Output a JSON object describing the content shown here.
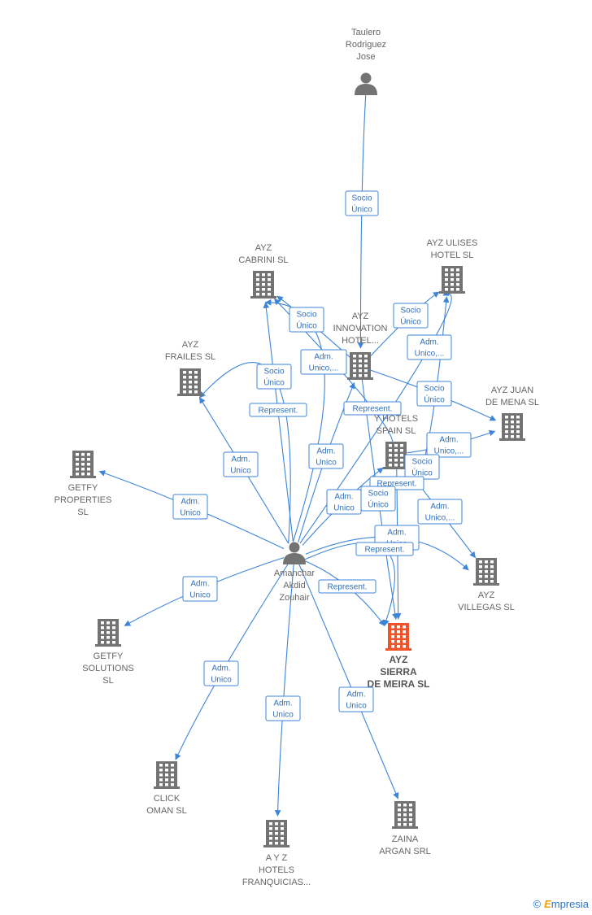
{
  "nodes": [
    {
      "id": "taulero",
      "type": "person",
      "label": [
        "Taulero",
        "Rodriguez",
        "Jose"
      ]
    },
    {
      "id": "amanchar",
      "type": "person",
      "label": [
        "Amanchar",
        "Akdid",
        "Zouhair"
      ]
    },
    {
      "id": "cabrini",
      "type": "company",
      "label": [
        "AYZ",
        "CABRINI  SL"
      ]
    },
    {
      "id": "ulises",
      "type": "company",
      "label": [
        "AYZ ULISES",
        "HOTEL  SL"
      ]
    },
    {
      "id": "innovation",
      "type": "company",
      "label": [
        "AYZ",
        "INNOVATION",
        "HOTEL..."
      ]
    },
    {
      "id": "frailes",
      "type": "company",
      "label": [
        "AYZ",
        "FRAILES  SL"
      ]
    },
    {
      "id": "juan",
      "type": "company",
      "label": [
        "AYZ JUAN",
        "DE MENA  SL"
      ]
    },
    {
      "id": "hotels_spain",
      "type": "company",
      "label": [
        "Y HOTELS",
        "SPAIN  SL"
      ]
    },
    {
      "id": "getfy_prop",
      "type": "company",
      "label": [
        "GETFY",
        "PROPERTIES",
        "SL"
      ]
    },
    {
      "id": "villegas",
      "type": "company",
      "label": [
        "AYZ",
        "VILLEGAS  SL"
      ]
    },
    {
      "id": "sierra",
      "type": "company",
      "focus": true,
      "label": [
        "AYZ",
        "SIERRA",
        "DE MEIRA  SL"
      ]
    },
    {
      "id": "getfy_sol",
      "type": "company",
      "label": [
        "GETFY",
        "SOLUTIONS",
        "SL"
      ]
    },
    {
      "id": "click",
      "type": "company",
      "label": [
        "CLICK",
        "OMAN  SL"
      ]
    },
    {
      "id": "zaina",
      "type": "company",
      "label": [
        "ZAINA",
        "ARGAN SRL"
      ]
    },
    {
      "id": "franquicias",
      "type": "company",
      "label": [
        "A Y Z",
        "HOTELS",
        "FRANQUICIAS..."
      ]
    }
  ],
  "edges": [
    {
      "label": [
        "Socio",
        "Único"
      ]
    },
    {
      "label": [
        "Socio",
        "Único"
      ]
    },
    {
      "label": [
        "Socio",
        "Único"
      ]
    },
    {
      "label": [
        "Socio",
        "Único"
      ]
    },
    {
      "label": [
        "Adm.",
        "Unico,..."
      ]
    },
    {
      "label": [
        "Adm.",
        "Unico,..."
      ]
    },
    {
      "label": [
        "Socio",
        "Único"
      ]
    },
    {
      "label": [
        "Represent."
      ]
    },
    {
      "label": [
        "Represent."
      ]
    },
    {
      "label": [
        "Adm.",
        "Unico"
      ]
    },
    {
      "label": [
        "Adm.",
        "Unico,..."
      ]
    },
    {
      "label": [
        "Socio",
        "Único"
      ]
    },
    {
      "label": [
        "Represent."
      ]
    },
    {
      "label": [
        "Adm.",
        "Unico"
      ]
    },
    {
      "label": [
        "Socio",
        "Único"
      ]
    },
    {
      "label": [
        "Adm.",
        "Unico,..."
      ]
    },
    {
      "label": [
        "Adm.",
        "Unico"
      ]
    },
    {
      "label": [
        "Adm.",
        "Unico"
      ]
    },
    {
      "label": [
        "Adm.",
        "Unico"
      ]
    },
    {
      "label": [
        "Represent."
      ]
    },
    {
      "label": [
        "Adm.",
        "Unico"
      ]
    },
    {
      "label": [
        "Represent."
      ]
    },
    {
      "label": [
        "Adm.",
        "Unico"
      ]
    },
    {
      "label": [
        "Adm.",
        "Unico"
      ]
    },
    {
      "label": [
        "Adm.",
        "Unico"
      ]
    }
  ],
  "colors": {
    "edge": "#3d85d8",
    "node": "#737373",
    "focus": "#f0522a"
  },
  "footer": {
    "copyright": "©",
    "brand_first": "E",
    "brand_rest": "mpresia"
  }
}
